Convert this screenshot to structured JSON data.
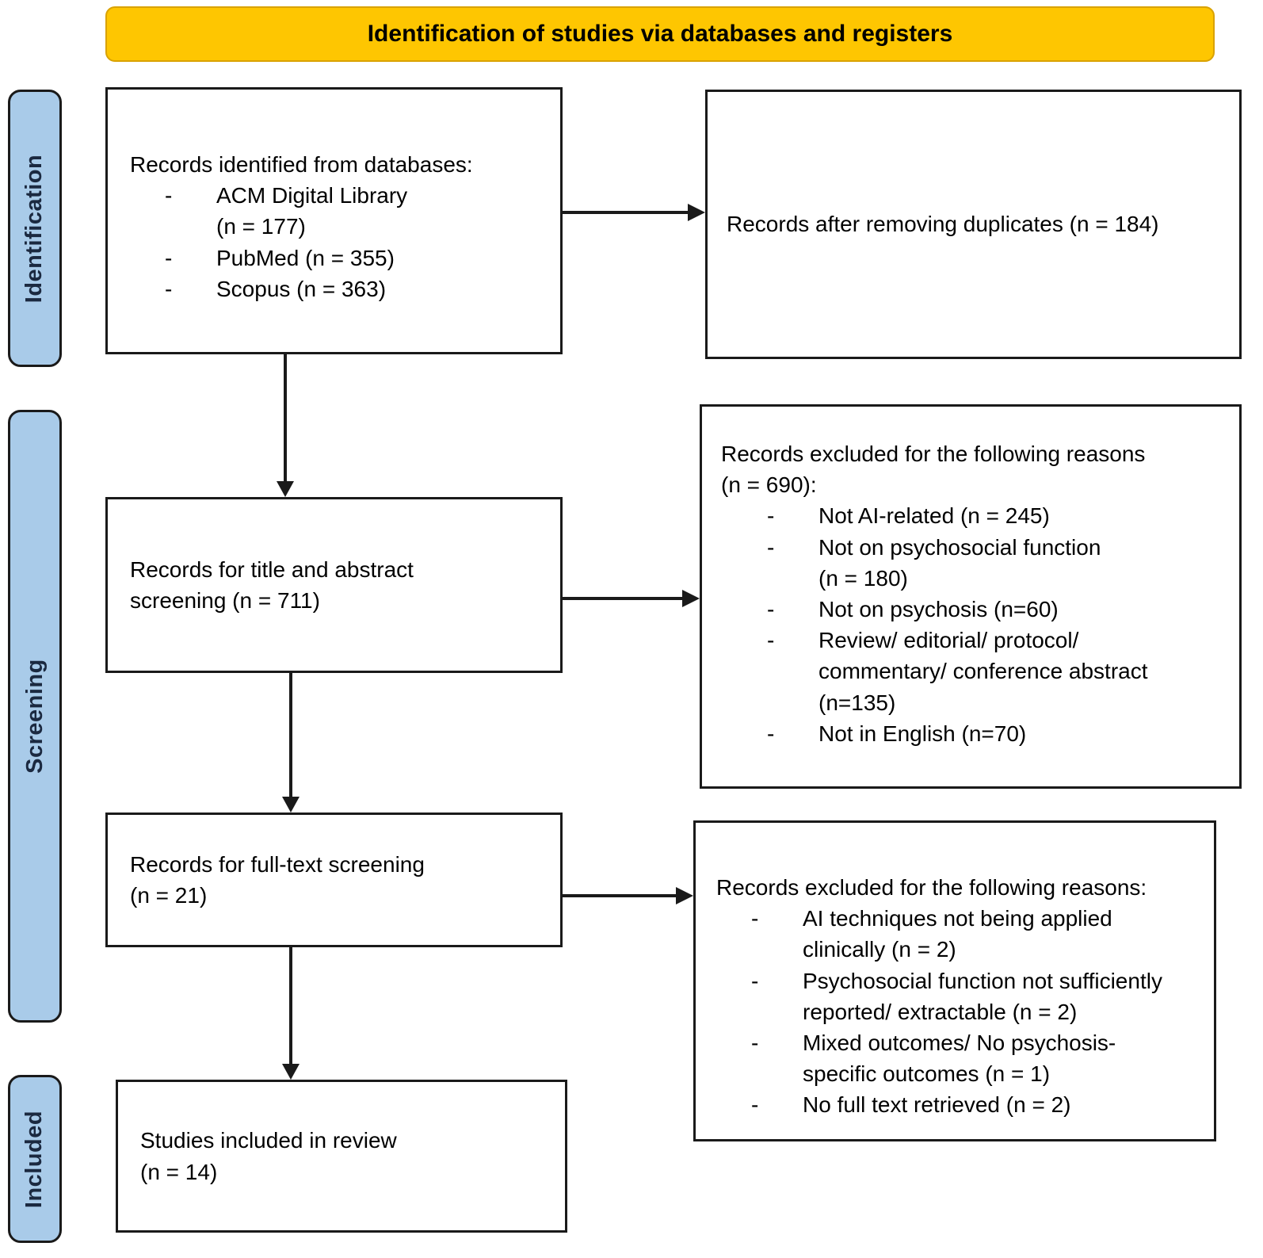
{
  "title": "Identification of studies via databases and registers",
  "bullet": "-",
  "stages": [
    {
      "label": "Identification"
    },
    {
      "label": "Screening"
    },
    {
      "label": "Included"
    }
  ],
  "boxes": {
    "identified": {
      "intro": "Records identified from databases:",
      "items": [
        "ACM Digital Library\n(n = 177)",
        "PubMed (n = 355)",
        "Scopus (n = 363)"
      ]
    },
    "deduplicated": {
      "text": "Records after removing duplicates (n = 184)"
    },
    "title_abstract": {
      "text": "Records for title and abstract\nscreening (n = 711)"
    },
    "excluded_title_abstract": {
      "intro": "Records excluded for the following reasons\n(n = 690):",
      "items": [
        "Not AI-related (n = 245)",
        "Not on psychosocial function\n(n = 180)",
        "Not on psychosis (n=60)",
        "Review/ editorial/ protocol/\ncommentary/ conference abstract\n(n=135)",
        "Not in English (n=70)"
      ]
    },
    "full_text": {
      "text": "Records for full-text screening\n(n = 21)"
    },
    "excluded_full_text": {
      "intro": "Records excluded for the following reasons:",
      "items": [
        "AI techniques not being applied\nclinically (n = 2)",
        "Psychosocial function not sufficiently\nreported/ extractable (n = 2)",
        "Mixed outcomes/ No psychosis-\nspecific outcomes (n = 1)",
        "No full text retrieved (n = 2)"
      ]
    },
    "included": {
      "text": "Studies included in review\n(n = 14)"
    }
  },
  "colors": {
    "header_bg": "#FEC601",
    "header_border": "#D9A200",
    "stage_bg": "#A9CBE9",
    "box_border": "#1A1A1A",
    "text": "#000000",
    "stage_text": "#1B2940"
  }
}
